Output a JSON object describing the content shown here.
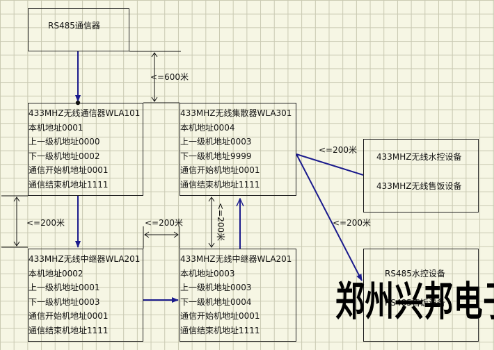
{
  "rs485_comm": {
    "label": "RS485通信器"
  },
  "dist_top": "<=600米",
  "box_wla101": {
    "title": "433MHZ无线通信器WLA101",
    "lines": [
      "本机地址0001",
      "上一级机地址0000",
      "下一级机地址0002",
      "通信开始机地址0001",
      "通信结束机地址1111"
    ]
  },
  "box_wla301": {
    "title": "433MHZ无线集散器WLA301",
    "lines": [
      "本机地址0004",
      "上一级机地址0003",
      "下一级机地址9999",
      "通信开始机地址0001",
      "通信结束机地址1111"
    ]
  },
  "box_wla201_left": {
    "title": "433MHZ无线中继器WLA201",
    "lines": [
      "本机地址0002",
      "上一级机地址0001",
      "下一级机地址0003",
      "通信开始机地址0001",
      "通信结束机地址1111"
    ]
  },
  "box_wla201_right": {
    "title": "433MHZ无线中继器WLA201",
    "lines": [
      "本机地址0003",
      "上一级机地址0003",
      "下一级机地址0004",
      "通信开始机地址0001",
      "通信结束机地址1111"
    ]
  },
  "wireless_devices": {
    "water_control": "433MHZ无线水控设备",
    "meal_sale": "433MHZ无线售饭设备"
  },
  "rs485_devices": {
    "water_control": "RS485水控设备",
    "meal_sale": "RS485售饭设备"
  },
  "dist_labels": {
    "right_upper": "<=200米",
    "left_vertical": "<=200米",
    "middle_horizontal": "<=200米",
    "middle_vertical": "<=200米",
    "right_lower": "<=200米"
  },
  "watermark": "郑州兴邦电子",
  "colors": {
    "arrow": "#1a1a8c",
    "dimension": "#111111",
    "grid": "#c9c9b2",
    "background": "#f6f6e4"
  }
}
